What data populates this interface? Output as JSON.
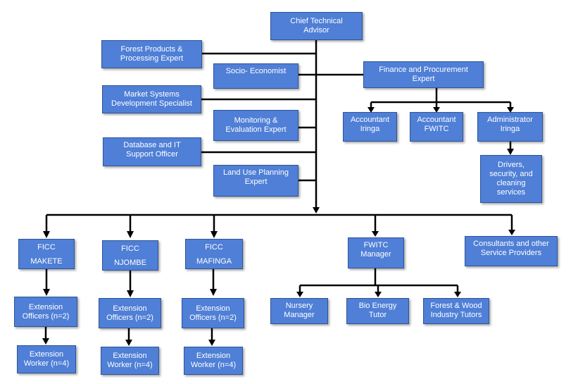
{
  "org_chart": {
    "chief": "Chief Technical\nAdvisor",
    "forest_products": "Forest Products &\nProcessing Expert",
    "socio_economist": "Socio- Economist",
    "finance": "Finance and Procurement\nExpert",
    "market_systems": "Market Systems\nDevelopment Specialist",
    "monitoring": "Monitoring &\nEvaluation Expert",
    "accountant_iringa": "Accountant\nIringa",
    "accountant_fwitc": "Accountant\nFWITC",
    "administrator_iringa": "Administrator\nIringa",
    "database_it": "Database and IT\nSupport Officer",
    "land_use": "Land Use Planning\nExpert",
    "drivers": "Drivers,\nsecurity, and\ncleaning\nservices",
    "ficc_makete": "FICC\nMAKETE",
    "ficc_njombe": "FICC\nNJOMBE",
    "ficc_mafinga": "FICC\nMAFINGA",
    "fwitc_manager": "FWITC\nManager",
    "consultants": "Consultants and other\nService Providers",
    "ext_officers_makete": "Extension\nOfficers (n=2)",
    "ext_officers_njombe": "Extension\nOfficers (n=2)",
    "ext_officers_mafinga": "Extension\nOfficers (n=2)",
    "nursery_manager": "Nursery\nManager",
    "bio_energy": "Bio Energy\nTutor",
    "forest_wood": "Forest & Wood\nIndustry Tutors",
    "ext_worker_makete": "Extension\nWorker (n=4)",
    "ext_worker_njombe": "Extension\nWorker (n=4)",
    "ext_worker_mafinga": "Extension\nWorker (n=4)"
  },
  "colors": {
    "box_fill": "#4f7fd6",
    "box_border": "#2f5597",
    "connector": "#000000",
    "text": "#ffffff"
  }
}
